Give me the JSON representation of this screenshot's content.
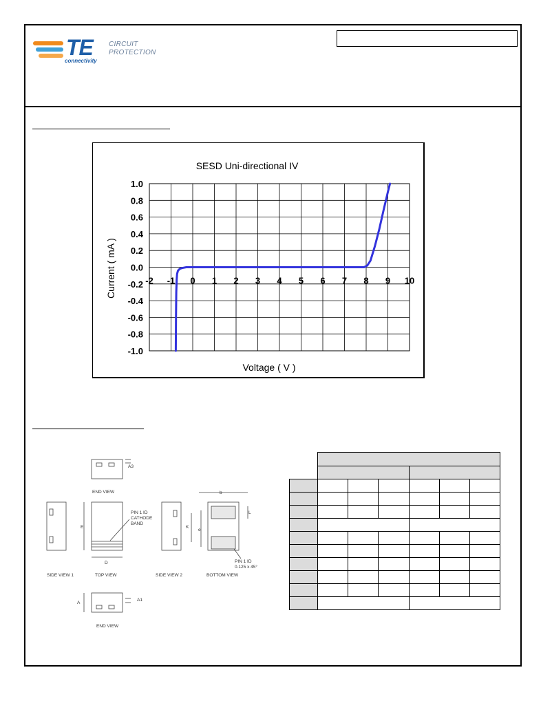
{
  "logo": {
    "brand": "TE",
    "tagline": "connectivity",
    "division_line1": "CIRCUIT",
    "division_line2": "PROTECTION",
    "colors": {
      "brand_blue": "#1f5fa8",
      "orange": "#f08a1c",
      "light_blue": "#3fa0d8",
      "gray_text": "#6a7f9a"
    }
  },
  "chart_data": {
    "type": "line",
    "title": "SESD Uni-directional IV",
    "xlabel": "Voltage  ( V )",
    "ylabel": "Current  ( mA )",
    "xlim": [
      -2,
      10
    ],
    "ylim": [
      -1.0,
      1.0
    ],
    "xticks": [
      "-2",
      "-1",
      "0",
      "1",
      "2",
      "3",
      "4",
      "5",
      "6",
      "7",
      "8",
      "9",
      "10"
    ],
    "yticks": [
      "1.0",
      "0.8",
      "0.6",
      "0.4",
      "0.2",
      "0.0",
      "-0.2",
      "-0.4",
      "-0.6",
      "-0.8",
      "-1.0"
    ],
    "grid": true,
    "series_color": "#3333dd",
    "series": [
      {
        "x": [
          -0.78,
          -0.77,
          -0.76,
          -0.74,
          -0.72,
          -0.68,
          -0.6,
          -0.5,
          -0.3,
          0,
          2,
          4,
          6,
          7.5,
          7.9,
          8.05,
          8.2,
          8.4,
          8.6,
          8.8,
          9.0,
          9.1
        ],
        "y": [
          -1.0,
          -0.6,
          -0.3,
          -0.15,
          -0.08,
          -0.04,
          -0.02,
          -0.01,
          0.0,
          0.0,
          0.0,
          0.0,
          0.0,
          0.0,
          0.0,
          0.02,
          0.08,
          0.25,
          0.45,
          0.68,
          0.9,
          1.0
        ]
      }
    ]
  },
  "drawing": {
    "labels": {
      "a3": "A3",
      "a1": "A1",
      "end_view": "END VIEW",
      "end_view_2": "END VIEW",
      "e_big": "E",
      "d": "D",
      "k": "K",
      "b": "b",
      "l": "L",
      "e_small": "e",
      "a": "A",
      "pin_id_line1": "PIN 1 ID",
      "pin_id_line2": "CATHODE",
      "pin_id_line3": "BAND",
      "pin_id2_line1": "PIN 1 ID",
      "pin_id2_line2": "0.125 x 45°",
      "side_view_1": "SIDE VIEW 1",
      "top_view": "TOP VIEW",
      "side_view_2": "SIDE VIEW 2",
      "bottom_view": "BOTTOM VIEW"
    }
  }
}
